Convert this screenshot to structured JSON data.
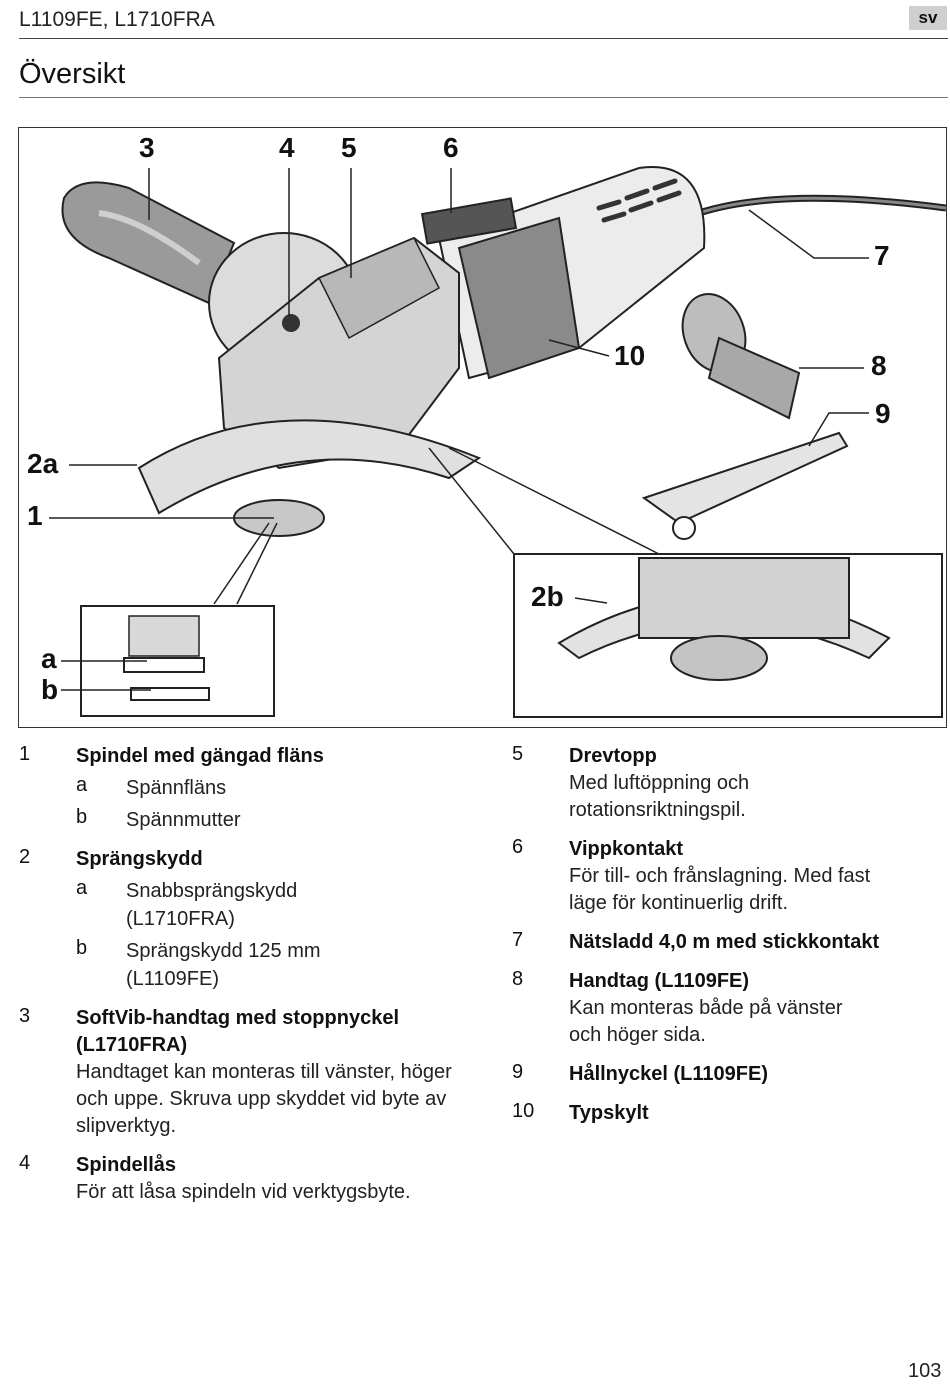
{
  "header": {
    "models": "L1109FE, L1710FRA",
    "lang": "sv",
    "title": "Översikt"
  },
  "callouts": {
    "c3": "3",
    "c4": "4",
    "c5": "5",
    "c6": "6",
    "c7": "7",
    "c8": "8",
    "c9": "9",
    "c10": "10",
    "c2a": "2a",
    "c1": "1",
    "c2b": "2b",
    "ca": "a",
    "cb": "b"
  },
  "left_items": [
    {
      "num": "1",
      "head": "Spindel med gängad fläns",
      "desc": "",
      "subs": [
        {
          "letter": "a",
          "text": "Spännfläns"
        },
        {
          "letter": "b",
          "text": "Spännmutter"
        }
      ]
    },
    {
      "num": "2",
      "head": "Sprängskydd",
      "desc": "",
      "subs": [
        {
          "letter": "a",
          "text": "Snabbsprängskydd (L1710FRA)"
        },
        {
          "letter": "b",
          "text": "Sprängskydd 125 mm (L1109FE)"
        }
      ]
    },
    {
      "num": "3",
      "head": "SoftVib-handtag med stoppnyckel (L1710FRA)",
      "desc": "Handtaget kan monteras till vänster, höger och uppe. Skruva upp skyddet vid byte av slipverktyg."
    },
    {
      "num": "4",
      "head": "Spindellås",
      "desc": "För att låsa spindeln vid verktygsbyte."
    }
  ],
  "right_items": [
    {
      "num": "5",
      "head": "Drevtopp",
      "desc": "Med luftöppning och rotationsriktningspil."
    },
    {
      "num": "6",
      "head": "Vippkontakt",
      "desc": "För till- och frånslagning. Med fast läge för kontinuerlig drift."
    },
    {
      "num": "7",
      "head": "Nätsladd 4,0 m med stickkontakt",
      "desc": ""
    },
    {
      "num": "8",
      "head": "Handtag (L1109FE)",
      "desc": "Kan monteras både på vänster och höger sida."
    },
    {
      "num": "9",
      "head": "Hållnyckel (L1109FE)",
      "desc": ""
    },
    {
      "num": "10",
      "head": "Typskylt",
      "desc": ""
    }
  ],
  "page_number": "103"
}
